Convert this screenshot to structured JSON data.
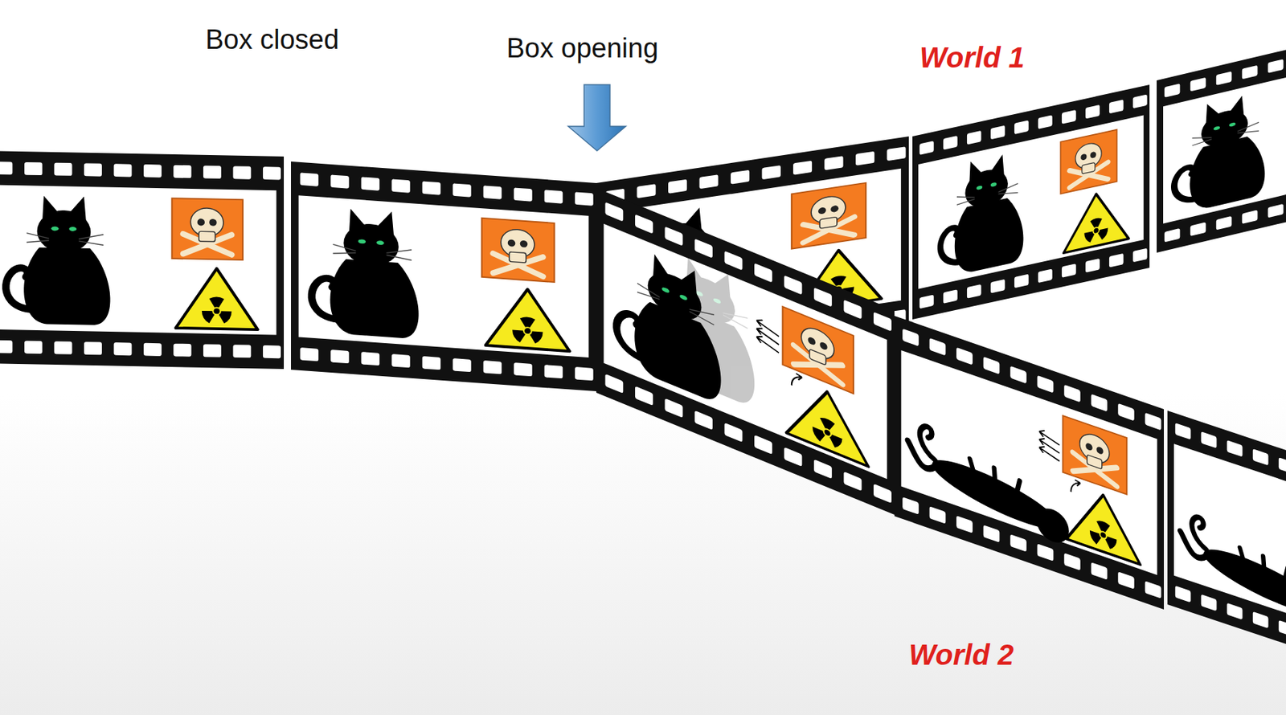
{
  "diagram": {
    "labels": [
      "Box closed",
      "Box opening",
      "World 1",
      "World 2"
    ]
  }
}
